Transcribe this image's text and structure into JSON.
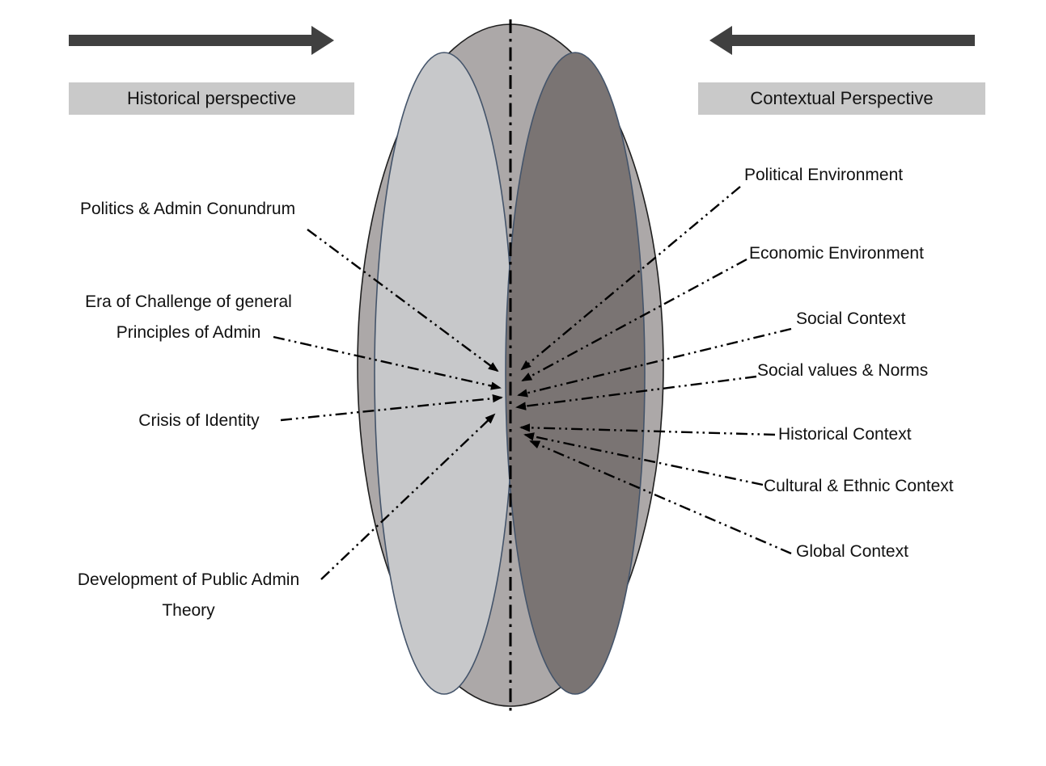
{
  "banners": {
    "left": {
      "label": "Historical perspective"
    },
    "right": {
      "label": "Contextual Perspective"
    }
  },
  "flow_arrows": {
    "left_icon": "right-arrow-icon",
    "right_icon": "left-arrow-icon"
  },
  "venn": {
    "left_labels": [
      {
        "text": "Politics & Admin Conundrum"
      },
      {
        "text": "Era of Challenge of general\nPrinciples of Admin"
      },
      {
        "text": "Crisis of Identity"
      },
      {
        "text": "Development of Public Admin\nTheory"
      }
    ],
    "right_labels": [
      {
        "text": "Political Environment"
      },
      {
        "text": "Economic Environment"
      },
      {
        "text": "Social Context"
      },
      {
        "text": "Social values & Norms"
      },
      {
        "text": "Historical Context"
      },
      {
        "text": "Cultural & Ethnic Context"
      },
      {
        "text": "Global Context"
      }
    ]
  },
  "colors": {
    "background": "#FFFFFF",
    "banner_bg": "#C9C9C9",
    "flow_arrow": "#404040",
    "outer_ellipse_fill": "#ACA8A8",
    "outer_ellipse_stroke": "#1F1F1F",
    "left_ellipse_fill": "#C7C8CA",
    "right_ellipse_fill": "#7A7473",
    "inner_ellipse_stroke": "#44546A",
    "connector": "#000000",
    "text": "#111111"
  }
}
